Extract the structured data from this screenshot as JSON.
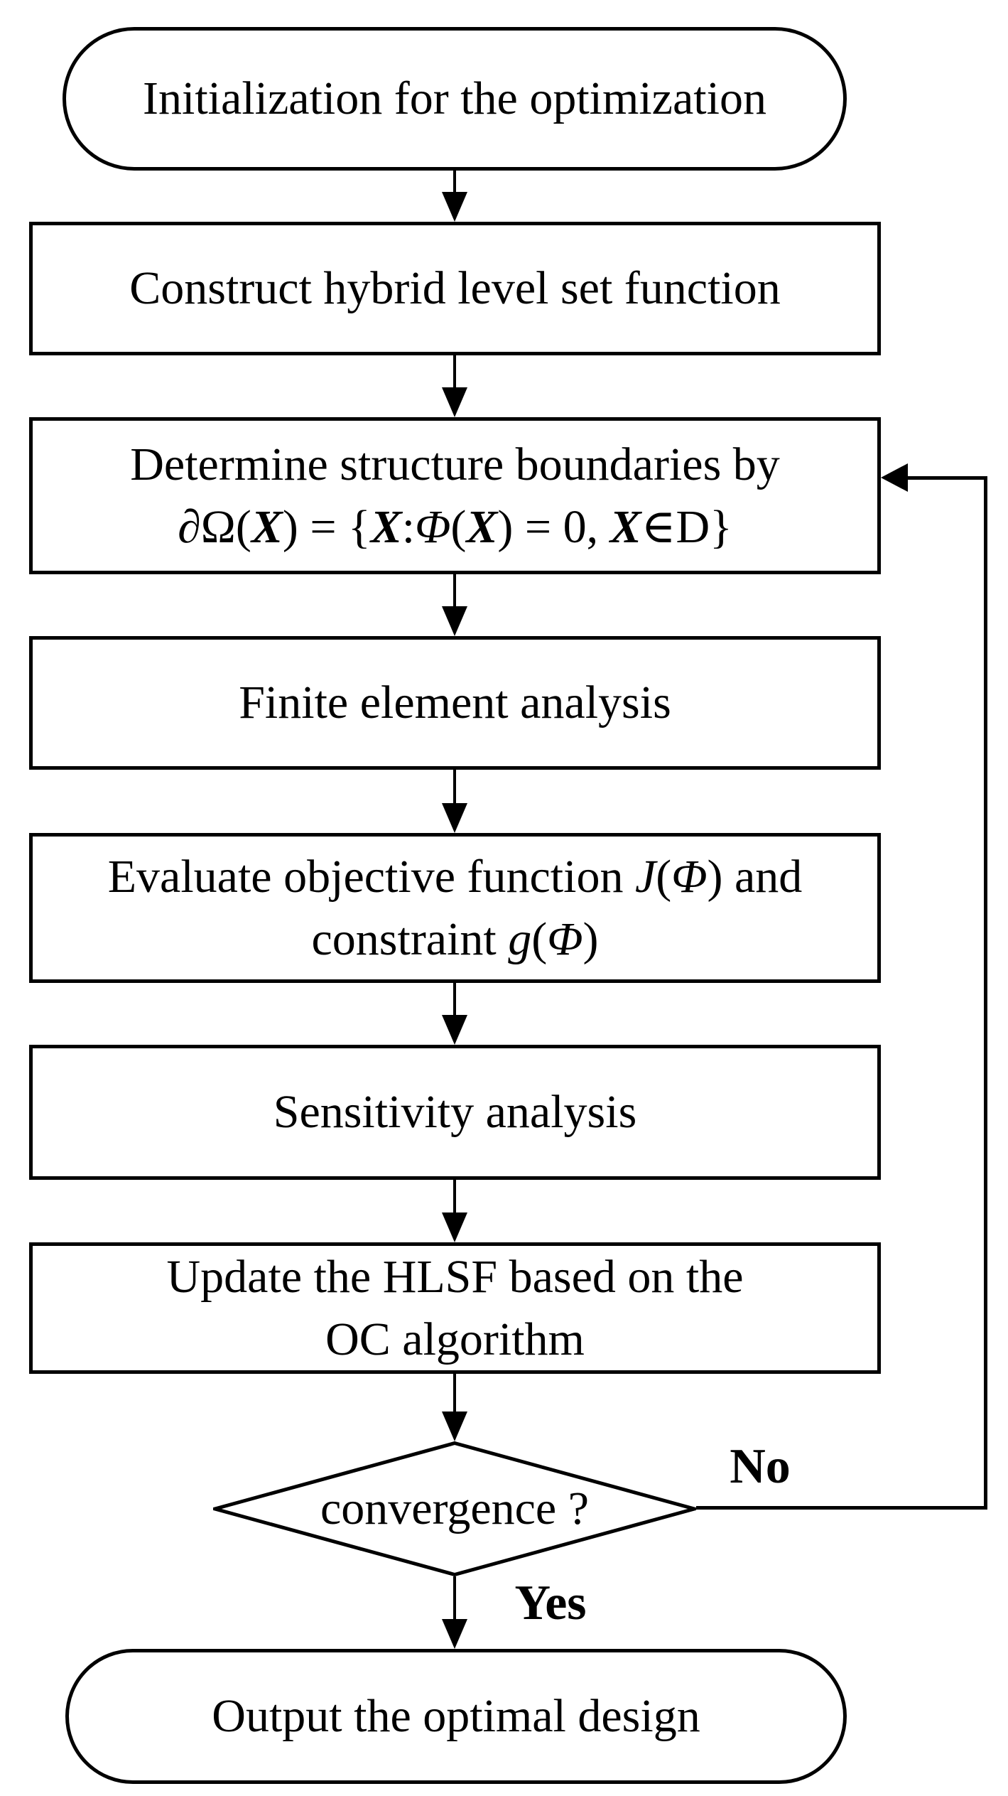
{
  "colors": {
    "stroke": "#000000",
    "fill": "#ffffff",
    "text": "#000000"
  },
  "nodes": {
    "start": {
      "label": "Initialization for the optimization"
    },
    "construct": {
      "label": "Construct hybrid level set function"
    },
    "determine": {
      "line1": "Determine structure boundaries by",
      "formula": [
        {
          "t": "∂Ω(",
          "s": "n"
        },
        {
          "t": "X",
          "s": "bi"
        },
        {
          "t": ") = {",
          "s": "n"
        },
        {
          "t": "X",
          "s": "bi"
        },
        {
          "t": ":",
          "s": "n"
        },
        {
          "t": "Φ",
          "s": "i"
        },
        {
          "t": "(",
          "s": "n"
        },
        {
          "t": "X",
          "s": "bi"
        },
        {
          "t": ") = 0, ",
          "s": "n"
        },
        {
          "t": "X",
          "s": "bi"
        },
        {
          "t": "∈",
          "s": "n"
        },
        {
          "t": "D}",
          "s": "n"
        }
      ]
    },
    "fea": {
      "label": "Finite element analysis"
    },
    "evaluate": {
      "line1": [
        {
          "t": "Evaluate objective function ",
          "s": "n"
        },
        {
          "t": "J",
          "s": "i"
        },
        {
          "t": "(",
          "s": "n"
        },
        {
          "t": "Φ",
          "s": "i"
        },
        {
          "t": ") and",
          "s": "n"
        }
      ],
      "line2": [
        {
          "t": "constraint ",
          "s": "n"
        },
        {
          "t": "g",
          "s": "i"
        },
        {
          "t": "(",
          "s": "n"
        },
        {
          "t": "Φ",
          "s": "i"
        },
        {
          "t": ")",
          "s": "n"
        }
      ]
    },
    "sensitivity": {
      "label": "Sensitivity analysis"
    },
    "update": {
      "line1": "Update the HLSF based on the",
      "line2": "OC algorithm"
    },
    "decision": {
      "label": "convergence ?"
    },
    "output": {
      "label": "Output the optimal design"
    }
  },
  "edge_labels": {
    "no": "No",
    "yes": "Yes"
  }
}
